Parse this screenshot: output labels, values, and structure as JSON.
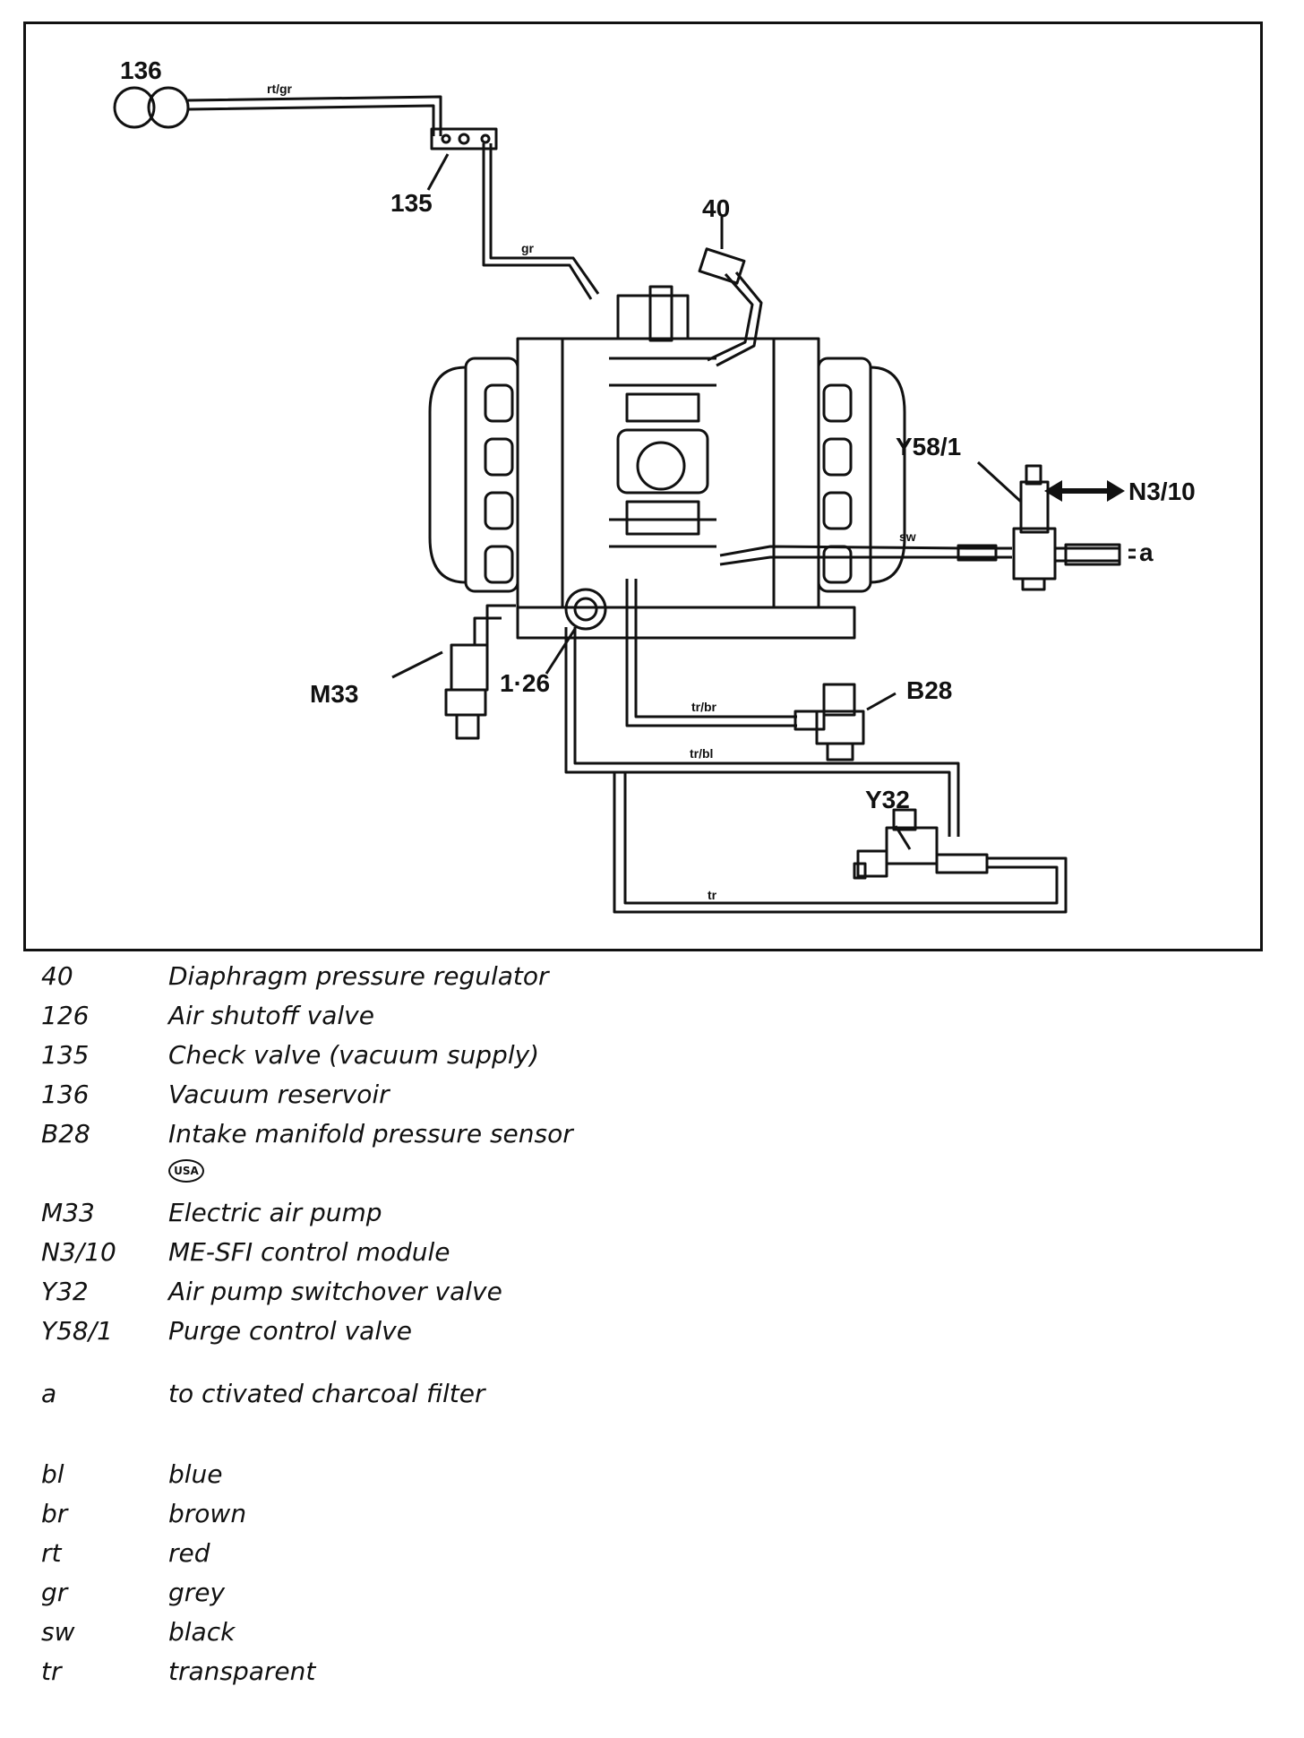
{
  "diagram": {
    "labels": {
      "c136": "136",
      "c135": "135",
      "c40": "40",
      "y58": "Y58/1",
      "n310": "N3/10",
      "m33": "M33",
      "c126": "1·26",
      "b28": "B28",
      "y32": "Y32",
      "a": "a"
    },
    "wire_labels": {
      "rtgr": "rt/gr",
      "gr": "gr",
      "sw": "sw",
      "trbr": "tr/br",
      "trbl": "tr/bl",
      "tr": "tr"
    }
  },
  "legend": {
    "components": [
      {
        "code": "40",
        "desc": "Diaphragm pressure regulator"
      },
      {
        "code": "126",
        "desc": "Air shutoff valve"
      },
      {
        "code": "135",
        "desc": "Check valve (vacuum supply)"
      },
      {
        "code": "136",
        "desc": "Vacuum reservoir"
      },
      {
        "code": "B28",
        "desc": "Intake manifold pressure sensor"
      },
      {
        "code": "M33",
        "desc": "Electric air pump"
      },
      {
        "code": "N3/10",
        "desc": "ME-SFI control module"
      },
      {
        "code": "Y32",
        "desc": "Air pump switchover valve"
      },
      {
        "code": "Y58/1",
        "desc": "Purge control valve"
      }
    ],
    "usa_badge": "USA",
    "note": {
      "code": "a",
      "desc": "to  ctivated charcoal filter"
    },
    "colors": [
      {
        "code": "bl",
        "desc": "blue"
      },
      {
        "code": "br",
        "desc": "brown"
      },
      {
        "code": "rt",
        "desc": "red"
      },
      {
        "code": "gr",
        "desc": "grey"
      },
      {
        "code": "sw",
        "desc": "black"
      },
      {
        "code": "tr",
        "desc": "transparent"
      }
    ]
  }
}
